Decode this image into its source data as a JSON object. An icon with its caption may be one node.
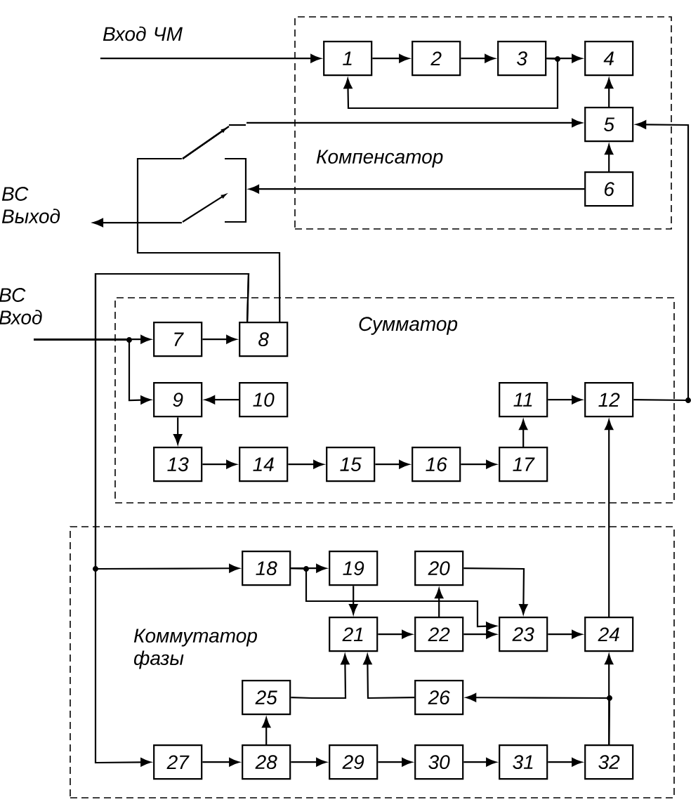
{
  "diagram": {
    "nodes": [
      {
        "text": [
          "Вход ЧМ"
        ]
      },
      {
        "text": [
          "Компенсатор"
        ]
      },
      {
        "text": [
          "1"
        ],
        "in": 1
      },
      {
        "text": [
          "2"
        ],
        "in": 1
      },
      {
        "text": [
          "3"
        ],
        "in": 1
      },
      {
        "text": [
          "4"
        ],
        "in": 1
      },
      {
        "text": [
          "5"
        ],
        "in": 1
      },
      {
        "text": [
          "6"
        ],
        "in": 1
      },
      {
        "text": [],
        "shape": "picture"
      },
      {
        "text": [
          "ВС Выход"
        ]
      },
      {
        "text": [
          "ВС Вход"
        ]
      },
      {
        "text": [
          "Сумматор"
        ]
      },
      {
        "text": [
          "7"
        ],
        "in": 11
      },
      {
        "text": [
          "8"
        ],
        "in": 11
      },
      {
        "text": [
          "9"
        ],
        "in": 11
      },
      {
        "text": [
          "10"
        ],
        "in": 11
      },
      {
        "text": [
          "11"
        ],
        "in": 11
      },
      {
        "text": [
          "12"
        ],
        "in": 11
      },
      {
        "text": [
          "13"
        ],
        "in": 11
      },
      {
        "text": [
          "14"
        ],
        "in": 11
      },
      {
        "text": [
          "15"
        ],
        "in": 11
      },
      {
        "text": [
          "16"
        ],
        "in": 11
      },
      {
        "text": [
          "17"
        ],
        "in": 11
      },
      {
        "text": [
          "Коммутатор фазы"
        ]
      },
      {
        "text": [
          "18"
        ],
        "in": 23
      },
      {
        "text": [
          "19"
        ],
        "in": 23
      },
      {
        "text": [
          "20"
        ],
        "in": 23
      },
      {
        "text": [
          "21"
        ],
        "in": 23
      },
      {
        "text": [
          "22"
        ],
        "in": 23
      },
      {
        "text": [
          "23"
        ],
        "in": 23
      },
      {
        "text": [
          "24"
        ],
        "in": 23
      },
      {
        "text": [
          "25"
        ],
        "in": 23
      },
      {
        "text": [
          "26"
        ],
        "in": 23
      },
      {
        "text": [
          "27"
        ],
        "in": 23
      },
      {
        "text": [
          "28"
        ],
        "in": 23
      },
      {
        "text": [
          "29"
        ],
        "in": 23
      },
      {
        "text": [
          "30"
        ],
        "in": 23
      },
      {
        "text": [
          "31"
        ],
        "in": 23
      },
      {
        "text": [
          "32"
        ],
        "in": 23
      }
    ],
    "edges": [
      {
        "from": 0,
        "to": 2,
        "arrow": "to"
      },
      {
        "from": 2,
        "to": 3,
        "arrow": "to"
      },
      {
        "from": 3,
        "to": 4,
        "arrow": "to"
      },
      {
        "from": 4,
        "to": 5,
        "arrow": "to"
      },
      {
        "from": 4,
        "to": 2,
        "arrow": "to"
      },
      {
        "from": 6,
        "to": 5,
        "arrow": "to"
      },
      {
        "from": 7,
        "to": 6,
        "arrow": "to"
      },
      {
        "from": 17,
        "to": 6,
        "arrow": "to"
      },
      {
        "from": 8,
        "to": 6,
        "arrow": "to"
      },
      {
        "from": 7,
        "to": 8,
        "arrow": "to"
      },
      {
        "from": 13,
        "to": 8,
        "arrow": "none"
      },
      {
        "from": 8,
        "to": 9,
        "arrow": "to"
      },
      {
        "from": 10,
        "to": 12,
        "arrow": "to"
      },
      {
        "from": 10,
        "to": 14,
        "arrow": "to"
      },
      {
        "from": 12,
        "to": 13,
        "arrow": "to"
      },
      {
        "from": 13,
        "to": 24,
        "arrow": "to"
      },
      {
        "from": 13,
        "to": 33,
        "arrow": "to"
      },
      {
        "from": 15,
        "to": 14,
        "arrow": "to"
      },
      {
        "from": 14,
        "to": 18,
        "arrow": "to"
      },
      {
        "from": 18,
        "to": 19,
        "arrow": "to"
      },
      {
        "from": 19,
        "to": 20,
        "arrow": "to"
      },
      {
        "from": 20,
        "to": 21,
        "arrow": "to"
      },
      {
        "from": 21,
        "to": 22,
        "arrow": "to"
      },
      {
        "from": 22,
        "to": 16,
        "arrow": "to"
      },
      {
        "from": 16,
        "to": 17,
        "arrow": "to"
      },
      {
        "from": 30,
        "to": 17,
        "arrow": "to"
      },
      {
        "from": 24,
        "to": 25,
        "arrow": "to"
      },
      {
        "from": 24,
        "to": 29,
        "arrow": "to"
      },
      {
        "from": 25,
        "to": 27,
        "arrow": "to"
      },
      {
        "from": 26,
        "to": 29,
        "arrow": "to"
      },
      {
        "from": 27,
        "to": 28,
        "arrow": "to"
      },
      {
        "from": 28,
        "to": 26,
        "arrow": "to"
      },
      {
        "from": 28,
        "to": 29,
        "arrow": "to"
      },
      {
        "from": 29,
        "to": 30,
        "arrow": "to"
      },
      {
        "from": 31,
        "to": 27,
        "arrow": "to"
      },
      {
        "from": 32,
        "to": 27,
        "arrow": "to"
      },
      {
        "from": 38,
        "to": 30,
        "arrow": "to"
      },
      {
        "from": 38,
        "to": 32,
        "arrow": "to"
      },
      {
        "from": 34,
        "to": 31,
        "arrow": "to"
      },
      {
        "from": 33,
        "to": 34,
        "arrow": "to"
      },
      {
        "from": 34,
        "to": 35,
        "arrow": "to"
      },
      {
        "from": 35,
        "to": 36,
        "arrow": "to"
      },
      {
        "from": 36,
        "to": 37,
        "arrow": "to"
      },
      {
        "from": 37,
        "to": 38,
        "arrow": "to"
      }
    ]
  }
}
